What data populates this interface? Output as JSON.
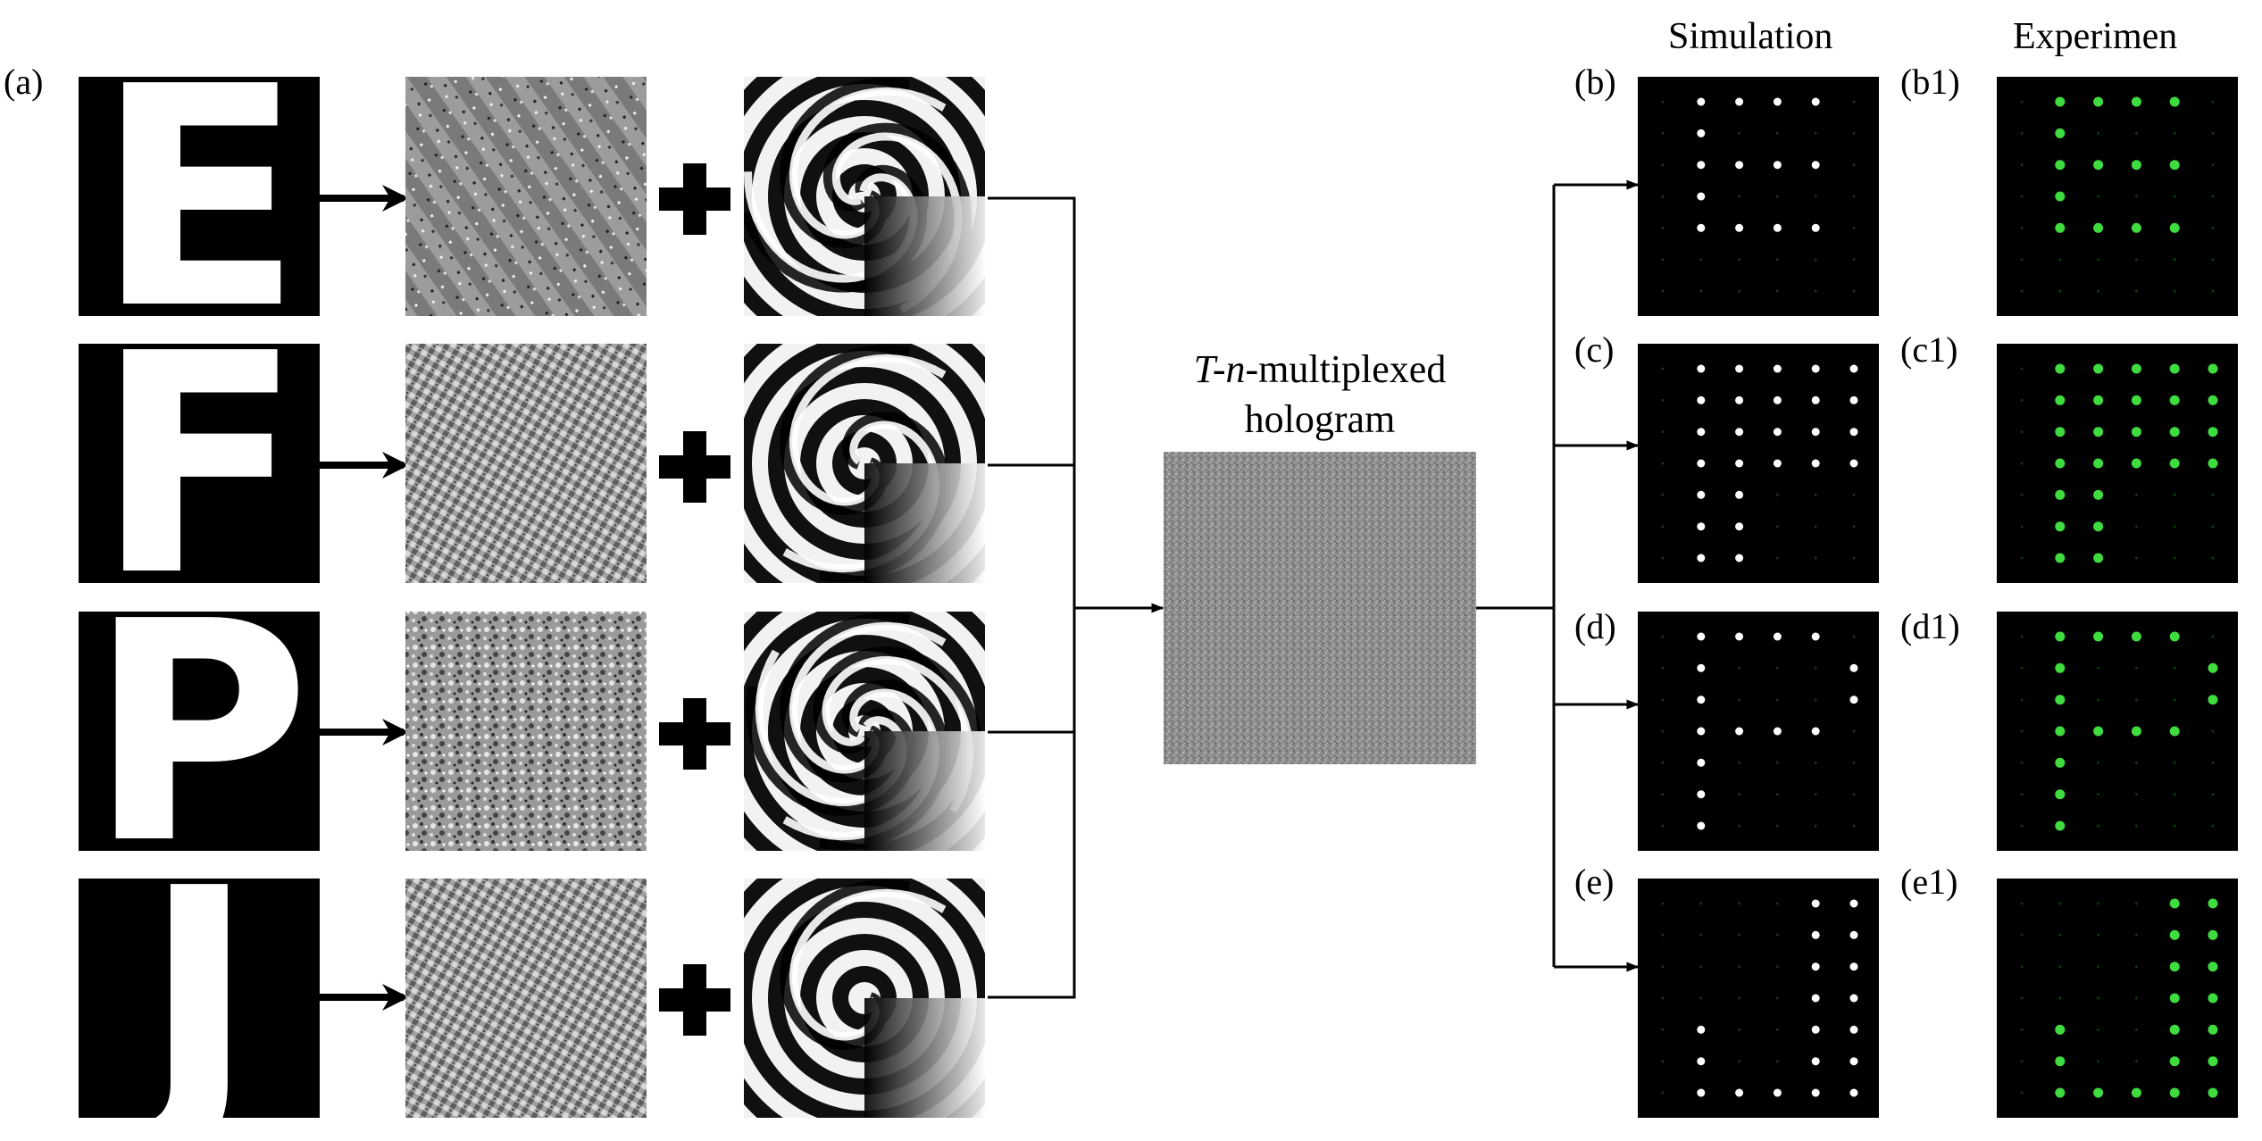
{
  "panel_labels": {
    "a": "(a)",
    "b": "(b)",
    "b1": "(b1)",
    "c": "(c)",
    "c1": "(c1)",
    "d": "(d)",
    "d1": "(d1)",
    "e": "(e)",
    "e1": "(e1)"
  },
  "column_headers": {
    "simulation": "Simulation",
    "experiment": "Experimen"
  },
  "hologram_title": {
    "italic_part": "T-n",
    "rest_line1": "-multiplexed",
    "line2": "hologram"
  },
  "rows": [
    {
      "letter": "E",
      "vortex_arms": 3,
      "noise_style": "diagonal"
    },
    {
      "letter": "F",
      "vortex_arms": 2,
      "noise_style": "fine"
    },
    {
      "letter": "P",
      "vortex_arms": 4,
      "noise_style": "speckle"
    },
    {
      "letter": "J",
      "vortex_arms": 1,
      "noise_style": "fine"
    }
  ],
  "operator_symbol": "plus",
  "colors": {
    "simulation_dot": "#ffffff",
    "experiment_dot": "#3fdc3f",
    "background": "#000000"
  },
  "dot_grid": {
    "cols": 6,
    "rows": 7
  },
  "letter_patterns": {
    "E": [
      "011110",
      "010000",
      "011110",
      "010000",
      "011110",
      "000000",
      "000000"
    ],
    "F": [
      "011111",
      "011111",
      "011111",
      "011111",
      "011000",
      "011000",
      "011000"
    ],
    "P": [
      "011110",
      "010001",
      "010001",
      "011110",
      "010000",
      "010000",
      "010000"
    ],
    "J": [
      "000011",
      "000011",
      "000011",
      "000011",
      "010011",
      "010011",
      "011111"
    ]
  }
}
